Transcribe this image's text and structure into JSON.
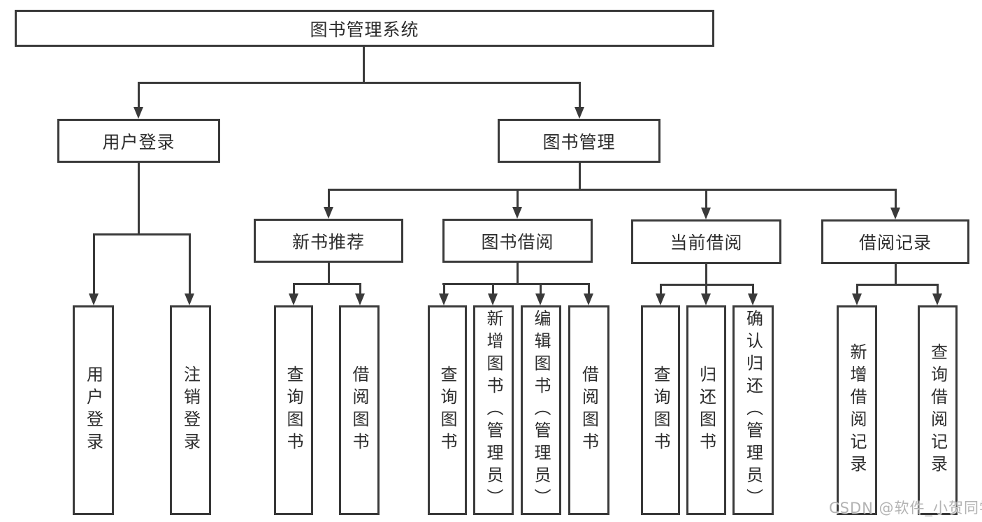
{
  "tree": {
    "root": {
      "label": "图书管理系统"
    },
    "branches": [
      {
        "label": "用户登录",
        "children": [
          {
            "label": "用户登录"
          },
          {
            "label": "注销登录"
          }
        ]
      },
      {
        "label": "图书管理",
        "groups": [
          {
            "label": "新书推荐",
            "children": [
              {
                "label": "查询图书"
              },
              {
                "label": "借阅图书"
              }
            ]
          },
          {
            "label": "图书借阅",
            "children": [
              {
                "label": "查询图书"
              },
              {
                "label": "新增图书（管理员）"
              },
              {
                "label": "编辑图书（管理员）"
              },
              {
                "label": "借阅图书"
              }
            ]
          },
          {
            "label": "当前借阅",
            "children": [
              {
                "label": "查询图书"
              },
              {
                "label": "归还图书"
              },
              {
                "label": "确认归还（管理员）"
              }
            ]
          },
          {
            "label": "借阅记录",
            "children": [
              {
                "label": "新增借阅记录"
              },
              {
                "label": "查询借阅记录"
              }
            ]
          }
        ]
      }
    ]
  },
  "watermark": {
    "text": "CSDN @软件_小贺同学"
  },
  "colors": {
    "line": "#3a3a3a",
    "box_border": "#3a3a3a",
    "text": "#2d2d2d",
    "watermark_text": "#b3b3b3",
    "background": "#ffffff"
  }
}
